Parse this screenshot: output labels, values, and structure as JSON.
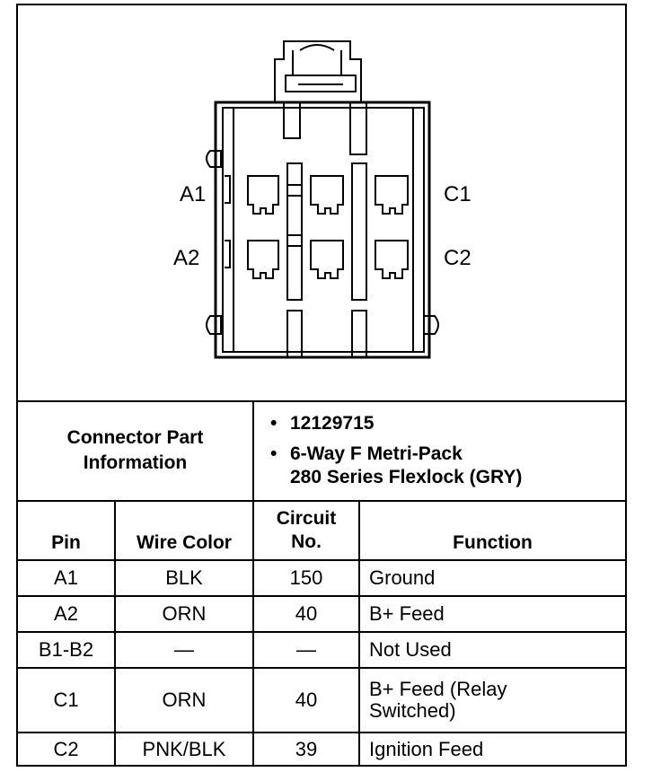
{
  "diagram": {
    "pin_labels": {
      "a1": "A1",
      "a2": "A2",
      "c1": "C1",
      "c2": "C2"
    }
  },
  "connector_info": {
    "label_line1": "Connector Part",
    "label_line2": "Information",
    "item1": "12129715",
    "item2_line1": "6-Way F Metri-Pack",
    "item2_line2": "280 Series Flexlock (GRY)"
  },
  "table": {
    "headers": {
      "pin": "Pin",
      "wire_color": "Wire Color",
      "circuit_line1": "Circuit",
      "circuit_line2": "No.",
      "function": "Function"
    },
    "rows": [
      {
        "pin": "A1",
        "wire": "BLK",
        "circuit": "150",
        "function": "Ground",
        "function2": ""
      },
      {
        "pin": "A2",
        "wire": "ORN",
        "circuit": "40",
        "function": "B+ Feed",
        "function2": ""
      },
      {
        "pin": "B1-B2",
        "wire": "—",
        "circuit": "—",
        "function": "Not Used",
        "function2": ""
      },
      {
        "pin": "C1",
        "wire": "ORN",
        "circuit": "40",
        "function": "B+ Feed (Relay",
        "function2": "Switched)"
      },
      {
        "pin": "C2",
        "wire": "PNK/BLK",
        "circuit": "39",
        "function": "Ignition Feed",
        "function2": ""
      }
    ]
  }
}
